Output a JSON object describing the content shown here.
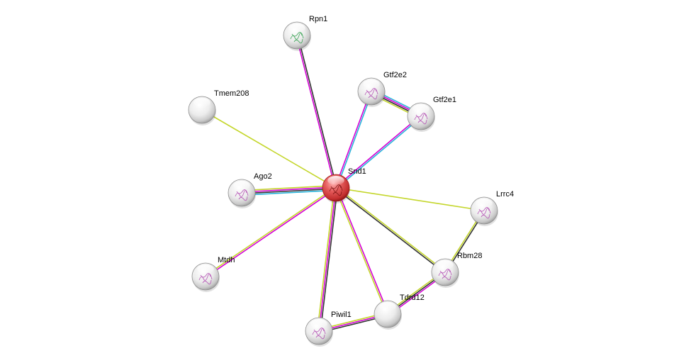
{
  "network": {
    "nodes": [
      {
        "id": "snd1",
        "label": "Snd1",
        "color": "#d63a3a",
        "query": true,
        "icon": "protein-structure-icon"
      },
      {
        "id": "rpn1",
        "label": "Rpn1",
        "color": "#f2f2f2",
        "icon": "protein-structure-icon"
      },
      {
        "id": "gtf2e2",
        "label": "Gtf2e2",
        "color": "#f2f2f2",
        "icon": "protein-structure-icon"
      },
      {
        "id": "gtf2e1",
        "label": "Gtf2e1",
        "color": "#f2f2f2",
        "icon": "protein-structure-icon"
      },
      {
        "id": "tmem208",
        "label": "Tmem208",
        "color": "#f2f2f2",
        "icon": null
      },
      {
        "id": "ago2",
        "label": "Ago2",
        "color": "#f2f2f2",
        "icon": "protein-structure-icon"
      },
      {
        "id": "lrrc4",
        "label": "Lrrc4",
        "color": "#f2f2f2",
        "icon": "protein-structure-icon"
      },
      {
        "id": "mtdh",
        "label": "Mtdh",
        "color": "#f2f2f2",
        "icon": "protein-structure-icon"
      },
      {
        "id": "rbm28",
        "label": "Rbm28",
        "color": "#f2f2f2",
        "icon": "protein-structure-icon"
      },
      {
        "id": "tdrd12",
        "label": "Tdrd12",
        "color": "#f2f2f2",
        "icon": null
      },
      {
        "id": "piwil1",
        "label": "Piwil1",
        "color": "#f2f2f2",
        "icon": "protein-structure-icon"
      }
    ],
    "edges": [
      {
        "source": "snd1",
        "target": "rpn1",
        "colors": [
          "#d400d4",
          "#333333"
        ]
      },
      {
        "source": "snd1",
        "target": "gtf2e2",
        "colors": [
          "#d400d4",
          "#29b2d9"
        ]
      },
      {
        "source": "snd1",
        "target": "gtf2e1",
        "colors": [
          "#d400d4",
          "#29b2d9"
        ]
      },
      {
        "source": "gtf2e2",
        "target": "gtf2e1",
        "colors": [
          "#29b2d9",
          "#d400d4",
          "#333333",
          "#c4d62b"
        ]
      },
      {
        "source": "snd1",
        "target": "tmem208",
        "colors": [
          "#c4d62b"
        ]
      },
      {
        "source": "snd1",
        "target": "ago2",
        "colors": [
          "#29b2d9",
          "#333333",
          "#d400d4",
          "#c4d62b"
        ]
      },
      {
        "source": "snd1",
        "target": "lrrc4",
        "colors": [
          "#c4d62b"
        ]
      },
      {
        "source": "snd1",
        "target": "mtdh",
        "colors": [
          "#d400d4",
          "#c4d62b"
        ]
      },
      {
        "source": "snd1",
        "target": "rbm28",
        "colors": [
          "#c4d62b",
          "#333333"
        ]
      },
      {
        "source": "snd1",
        "target": "tdrd12",
        "colors": [
          "#d400d4",
          "#c4d62b"
        ]
      },
      {
        "source": "snd1",
        "target": "piwil1",
        "colors": [
          "#333333",
          "#d400d4",
          "#c4d62b"
        ]
      },
      {
        "source": "lrrc4",
        "target": "rbm28",
        "colors": [
          "#333333",
          "#c4d62b"
        ]
      },
      {
        "source": "rbm28",
        "target": "tdrd12",
        "colors": [
          "#d400d4",
          "#333333",
          "#c4d62b"
        ]
      },
      {
        "source": "tdrd12",
        "target": "piwil1",
        "colors": [
          "#333333",
          "#d400d4",
          "#c4d62b"
        ]
      }
    ]
  }
}
